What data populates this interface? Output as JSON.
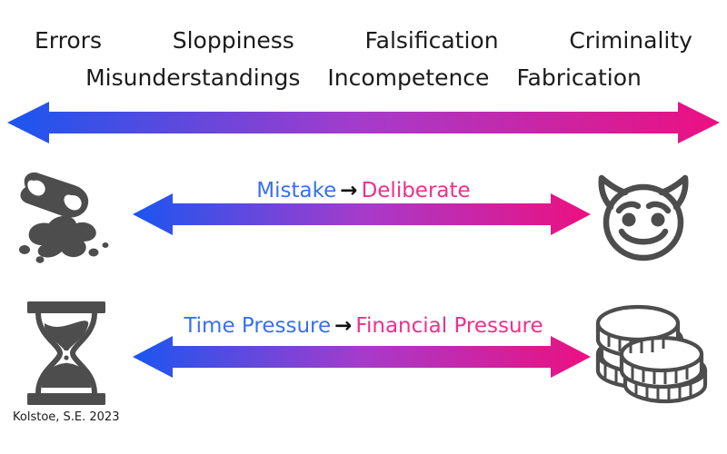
{
  "figure": {
    "title_words_row1": [
      {
        "label": "Errors"
      },
      {
        "label": "Sloppiness"
      },
      {
        "label": "Falsification"
      },
      {
        "label": "Criminality"
      }
    ],
    "title_words_row2": [
      {
        "label": "Misunderstandings"
      },
      {
        "label": "Incompetence"
      },
      {
        "label": "Fabrication"
      }
    ],
    "spectra": [
      {
        "name": "mistake-deliberate",
        "left_label": "Mistake",
        "connector": "→",
        "right_label": "Deliberate",
        "left_icon": "spilled-container-icon",
        "right_icon": "devil-face-icon"
      },
      {
        "name": "time-financial-pressure",
        "left_label": "Time Pressure",
        "connector": "→",
        "right_label": "Financial Pressure",
        "left_icon": "hourglass-icon",
        "right_icon": "coins-stack-icon"
      }
    ],
    "credit": "Kolstoe, S.E. 2023",
    "colors": {
      "gradient_start": "#1a56f0",
      "gradient_mid": "#a63bcb",
      "gradient_end": "#ec1080",
      "blue_text": "#3a6ff0",
      "pink_text": "#f0308c",
      "connector_text": "#111111",
      "word_text": "#1b1b1b",
      "icon_gray": "#4d4d4d",
      "background": "#ffffff"
    }
  }
}
